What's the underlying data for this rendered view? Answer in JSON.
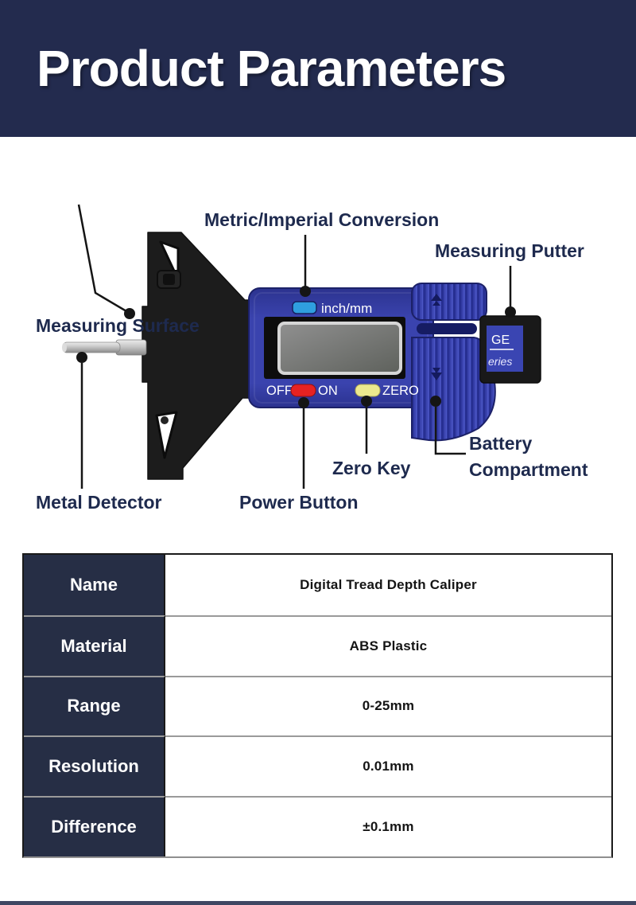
{
  "header": {
    "title": "Product Parameters"
  },
  "diagram": {
    "labels": {
      "measuring_surface": "Measuring Surface",
      "metric_imperial": "Metric/Imperial Conversion",
      "measuring_putter": "Measuring Putter",
      "battery_line1": "Battery",
      "battery_line2": "Compartment",
      "zero_key": "Zero Key",
      "power_button": "Power Button",
      "metal_detector": "Metal Detector"
    },
    "device": {
      "unit_button_label": "inch/mm",
      "off_label": "OFF",
      "on_label": "ON",
      "zero_label": "ZERO",
      "slider_text_top": "GE",
      "slider_text_bottom": "eries"
    }
  },
  "table": {
    "rows": [
      {
        "label": "Name",
        "value": "Digital Tread Depth Caliper"
      },
      {
        "label": "Material",
        "value": "ABS Plastic"
      },
      {
        "label": "Range",
        "value": "0-25mm"
      },
      {
        "label": "Resolution",
        "value": "0.01mm"
      },
      {
        "label": "Difference",
        "value": "±0.1mm"
      }
    ]
  },
  "colors": {
    "header_bg": "#232b4e",
    "label_navy": "#1e2a4e",
    "table_label_bg": "#262e45",
    "device_blue": "#3a43ae",
    "device_blue_dark": "#232a6e",
    "power_button_red": "#e62222",
    "zero_button_yellow": "#ebe88e",
    "unit_button_cyan": "#2f9fdf",
    "bottom_bar": "#3f4763"
  }
}
